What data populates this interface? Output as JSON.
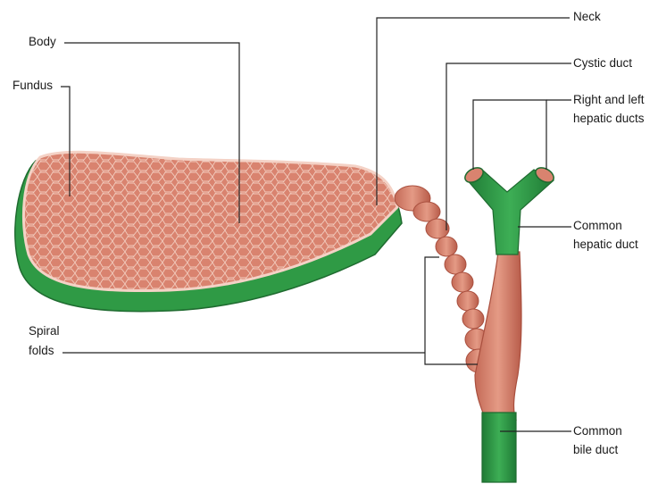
{
  "diagram": {
    "colors": {
      "tissue": "#d9836f",
      "tissue_dark": "#b55a48",
      "tissue_light": "#f2cbbd",
      "wall_green": "#2f9a45",
      "wall_green_dark": "#1f6b30",
      "leader_line": "#222222"
    },
    "labels": {
      "body": "Body",
      "fundus": "Fundus",
      "spiral_folds_1": "Spiral",
      "spiral_folds_2": "folds",
      "neck": "Neck",
      "cystic_duct": "Cystic duct",
      "hepatic_ducts_1": "Right and left",
      "hepatic_ducts_2": "hepatic ducts",
      "common_hepatic_1": "Common",
      "common_hepatic_2": "hepatic duct",
      "common_bile_1": "Common",
      "common_bile_2": "bile duct"
    }
  }
}
